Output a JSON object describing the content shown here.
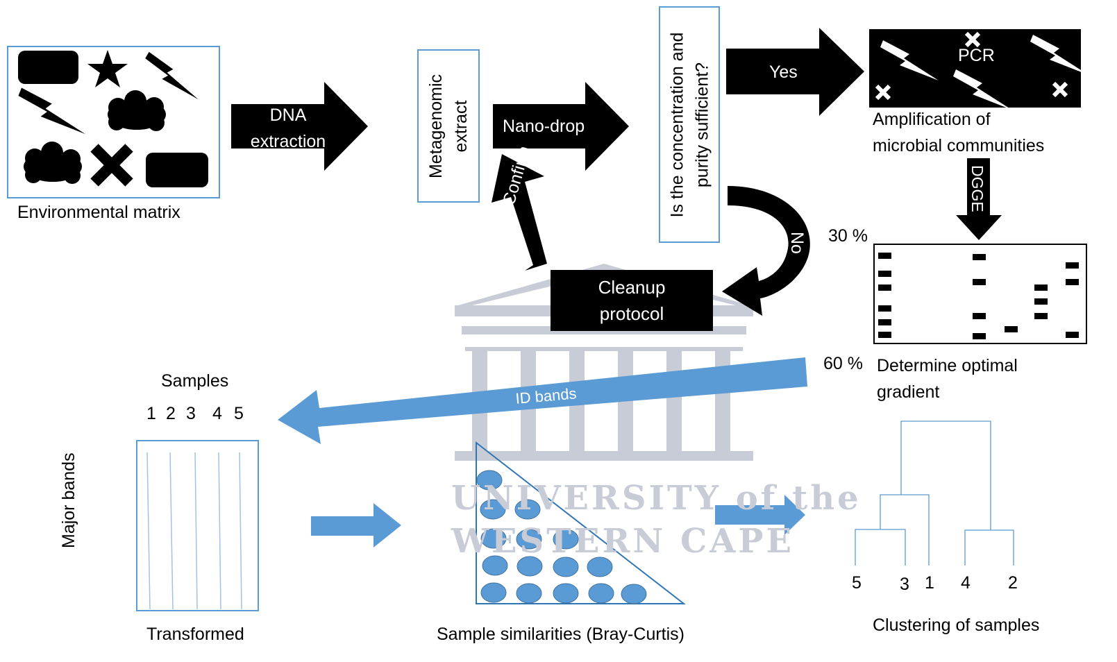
{
  "environment": {
    "caption": "Environmental matrix"
  },
  "arrows": {
    "dna_extraction": [
      "DNA",
      "extraction"
    ],
    "nano_drop": "Nano-drop",
    "confirm": "Confirm",
    "yes": "Yes",
    "no": "No",
    "dgge": "DGGE",
    "id_bands": "ID bands"
  },
  "metagenomic": [
    "Metagenomic",
    "extract"
  ],
  "question": [
    "Is the concentration and",
    "purity sufficient?"
  ],
  "cleanup": [
    "Cleanup",
    "protocol"
  ],
  "pcr": {
    "label": "PCR",
    "caption": [
      "Amplification of",
      "microbial communities"
    ]
  },
  "gel": {
    "top_label": "30 %",
    "bottom_label": "60 %",
    "caption": [
      "Determine optimal",
      "gradient"
    ]
  },
  "samples": {
    "title": "Samples",
    "numbers": [
      "1",
      "2",
      "3",
      "4",
      "5"
    ],
    "ylabel": "Major bands",
    "caption": "Transformed"
  },
  "similarity": {
    "caption": "Sample similarities (Bray-Curtis)"
  },
  "clustering": {
    "leaves": [
      "5",
      "3",
      "1",
      "4",
      "2"
    ],
    "caption": "Clustering of samples"
  },
  "watermark": {
    "line1": "UNIVERSITY of the",
    "line2": "WESTERN CAPE"
  },
  "colors": {
    "blue": "#5b9bd5",
    "black": "#000000",
    "watermark": "#c8ccd6"
  }
}
